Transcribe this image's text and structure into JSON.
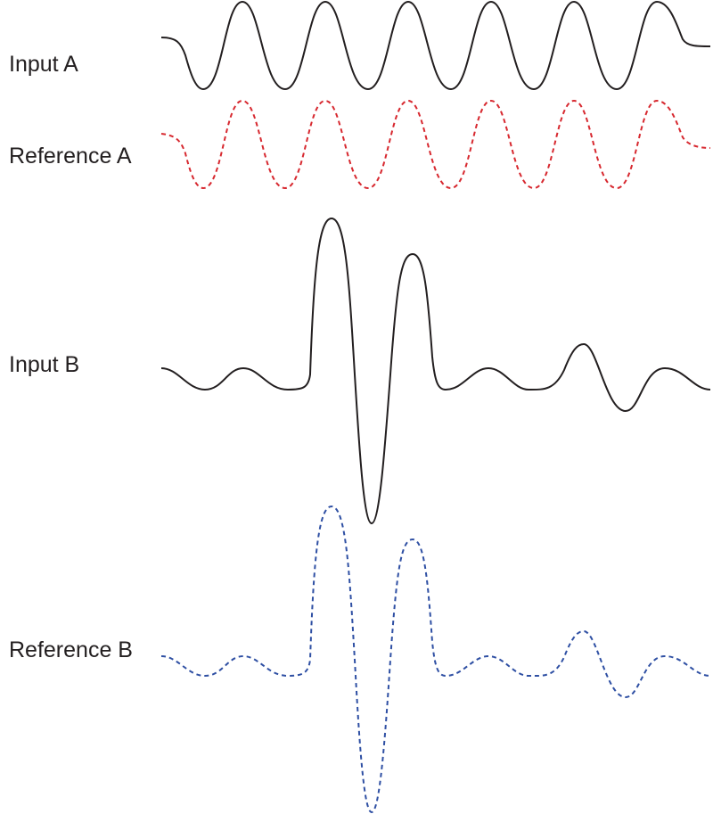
{
  "labels": {
    "input_a": "Input A",
    "reference_a": "Reference A",
    "input_b": "Input B",
    "reference_b": "Reference B"
  },
  "colors": {
    "text": "#231f20",
    "input_stroke": "#231f20",
    "reference_a_stroke": "#d7282f",
    "reference_b_stroke": "#2e4fa3"
  },
  "waveforms": [
    {
      "id": "input-a",
      "style": "solid",
      "kind": "sine"
    },
    {
      "id": "reference-a",
      "style": "dashed",
      "kind": "sine"
    },
    {
      "id": "input-b",
      "style": "solid",
      "kind": "pulse"
    },
    {
      "id": "reference-b",
      "style": "dashed",
      "kind": "pulse"
    }
  ]
}
